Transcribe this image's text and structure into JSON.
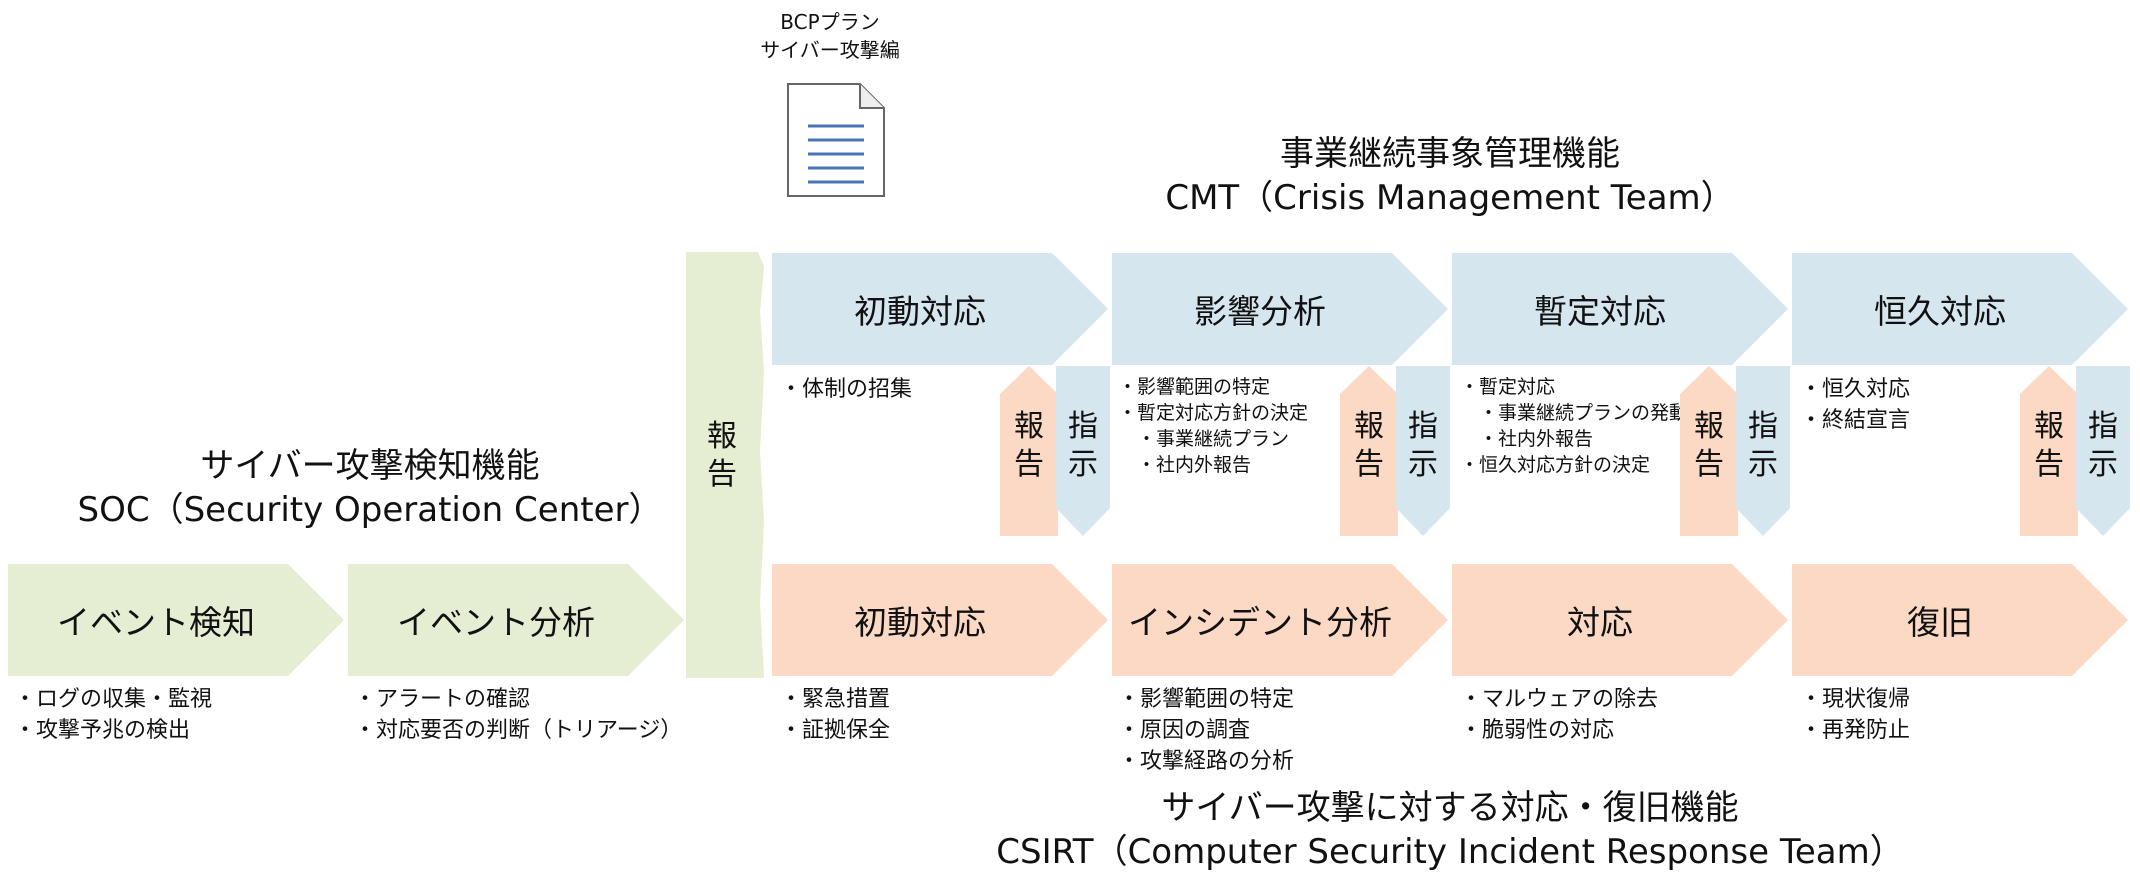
{
  "bcp": {
    "line1": "BCPプラン",
    "line2": "サイバー攻撃編"
  },
  "cmt": {
    "title": "事業継続事象管理機能",
    "subtitle": "CMT（Crisis Management Team）"
  },
  "soc": {
    "title": "サイバー攻撃検知機能",
    "subtitle": "SOC（Security Operation Center）"
  },
  "csirt": {
    "title": "サイバー攻撃に対する対応・復旧機能",
    "subtitle": "CSIRT（Computer Security Incident Response Team）"
  },
  "report_bar": [
    "報",
    "告"
  ],
  "cmt_phases": [
    {
      "label": "初動対応",
      "items": [
        "・体制の招集"
      ]
    },
    {
      "label": "影響分析",
      "items": [
        "・影響範囲の特定",
        "・暫定対応方針の決定",
        "　・事業継続プラン",
        "　・社内外報告"
      ]
    },
    {
      "label": "暫定対応",
      "items": [
        "・暫定対応",
        "　・事業継続プランの発動",
        "　・社内外報告",
        "・恒久対応方針の決定"
      ]
    },
    {
      "label": "恒久対応",
      "items": [
        "・恒久対応",
        "・終結宣言"
      ]
    }
  ],
  "report_up": [
    "報",
    "告"
  ],
  "instruct_down": [
    "指",
    "示"
  ],
  "soc_phases": [
    {
      "label": "イベント検知",
      "items": [
        "・ログの収集・監視",
        "・攻撃予兆の検出"
      ]
    },
    {
      "label": "イベント分析",
      "items": [
        "・アラートの確認",
        "・対応要否の判断（トリアージ）"
      ]
    }
  ],
  "csirt_phases": [
    {
      "label": "初動対応",
      "items": [
        "・緊急措置",
        "・証拠保全"
      ]
    },
    {
      "label": "インシデント分析",
      "items": [
        "・影響範囲の特定",
        "・原因の調査",
        "・攻撃経路の分析"
      ]
    },
    {
      "label": "対応",
      "items": [
        "・マルウェアの除去",
        "・脆弱性の対応"
      ]
    },
    {
      "label": "復旧",
      "items": [
        "・現状復帰",
        "・再発防止"
      ]
    }
  ],
  "colors": {
    "cmt": "#d6e6ef",
    "csirt": "#fbd9c4",
    "soc": "#e5edd3",
    "report_bar": "#e5edd3"
  },
  "icons": {
    "document": "document-icon"
  }
}
